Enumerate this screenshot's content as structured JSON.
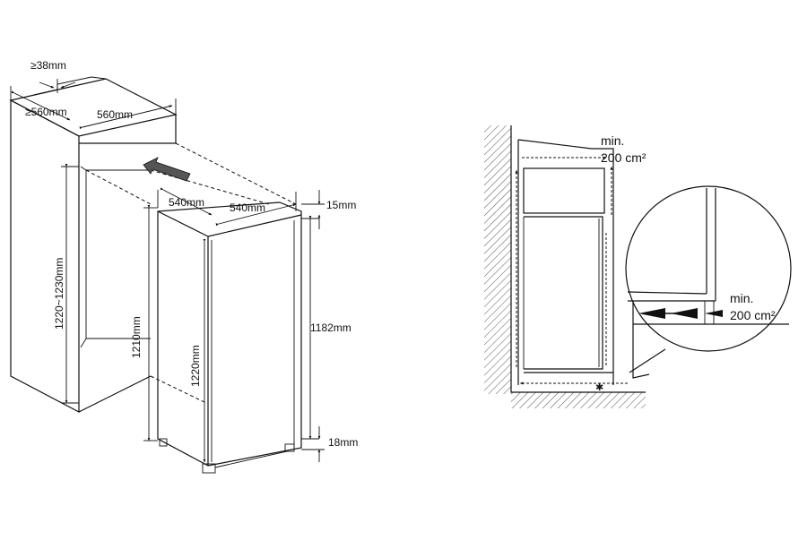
{
  "niche": {
    "top_gap": "≥38mm",
    "width": "≥560mm",
    "depth": "560mm",
    "height": "1220~1230mm"
  },
  "appliance": {
    "width": "540mm",
    "depth": "540mm",
    "height": "1220mm",
    "inner_height": "1210mm",
    "door_height": "1182mm",
    "top_offset": "15mm",
    "bottom_offset": "18mm"
  },
  "ventilation": {
    "top_min": "min.",
    "top_area": "200 cm²",
    "bottom_min": "min.",
    "bottom_area": "200 cm²"
  },
  "colors": {
    "line": "#111111",
    "wall_hatch": "#555555"
  }
}
